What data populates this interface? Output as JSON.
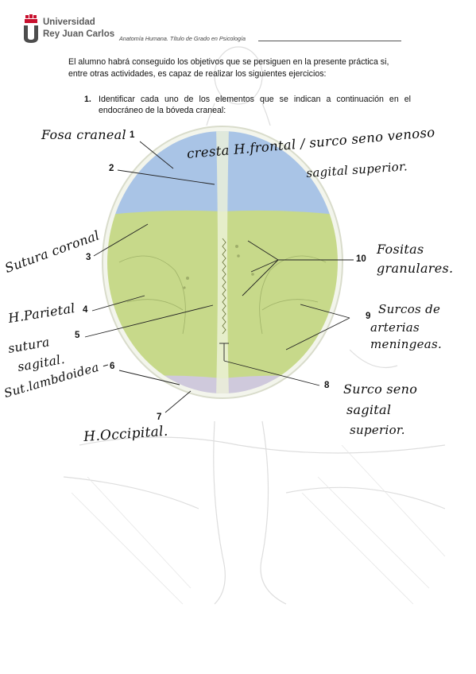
{
  "header": {
    "logo_line1": "Universidad",
    "logo_line2": "Rey Juan Carlos",
    "title": "Anatomía Humana. Título de Grado en Psicología"
  },
  "intro": {
    "line1": "El alumno habrá conseguido los objetivos que se persiguen en la presente práctica si,",
    "line2": "entre otras actividades, es capaz de realizar los siguientes ejercicios:"
  },
  "task": {
    "number": "1.",
    "line1": "Identificar cada uno de los elementos que se indican a continuación en el",
    "line2": "endocráneo de la bóveda craneal:"
  },
  "figure": {
    "numbers": [
      "1",
      "2",
      "3",
      "4",
      "5",
      "6",
      "7",
      "8",
      "9",
      "10"
    ]
  },
  "handwritten": {
    "fosa_craneal": "Fosa craneal",
    "cresta_line1": "cresta H.frontal / surco seno venoso",
    "cresta_line2": "sagital superior.",
    "sutura_coronal": "Sutura coronal",
    "h_parietal": "H.Parietal",
    "sutura_sagital_1": "sutura",
    "sutura_sagital_2": "sagital.",
    "sut_lambdoidea": "Sut.lambdoidea –",
    "h_occipital": "H.Occipital.",
    "fositas_1": "Fositas",
    "fositas_2": "granulares.",
    "surcos_1": "Surcos de",
    "surcos_2": "arterias",
    "surcos_3": "meningeas.",
    "surco_seno_1": "Surco seno",
    "surco_seno_2": "sagital",
    "surco_seno_3": "superior."
  },
  "colors": {
    "frontal": "#a9c4e6",
    "parietal": "#c7d98a",
    "occipital": "#cfc9dc"
  }
}
